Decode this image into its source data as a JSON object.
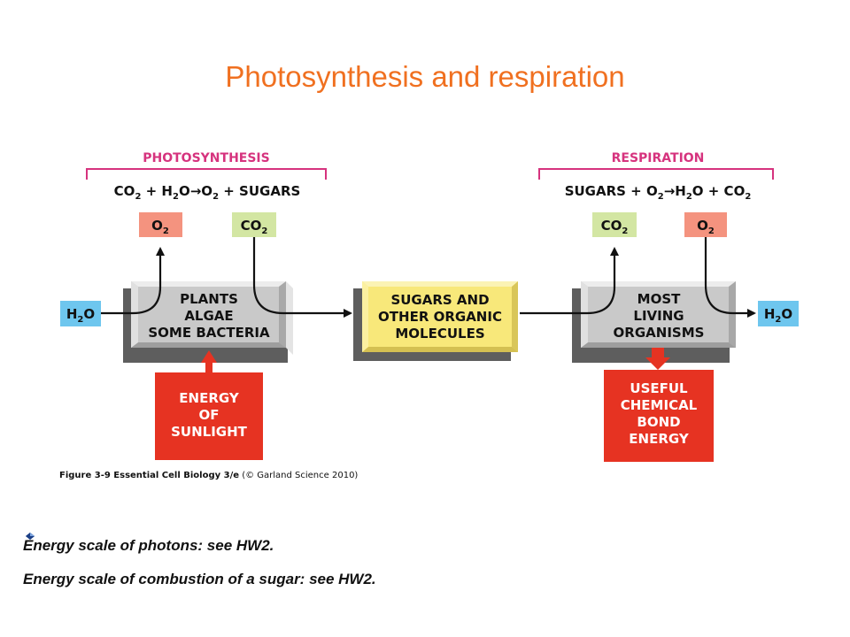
{
  "slide_title": "Photosynthesis and respiration",
  "photosynthesis": {
    "header": "PHOTOSYNTHESIS",
    "equation": {
      "a": "CO",
      "a_sub": "2",
      "b": " + H",
      "b_sub": "2",
      "c": "O",
      "d": "O",
      "d_sub": "2",
      "e": " + SUGARS"
    },
    "box_lines": [
      "PLANTS",
      "ALGAE",
      "SOME BACTERIA"
    ],
    "energy_lines": [
      "ENERGY",
      "OF",
      "SUNLIGHT"
    ]
  },
  "respiration": {
    "header": "RESPIRATION",
    "equation": {
      "a": "SUGARS + O",
      "a_sub": "2",
      "b": "H",
      "b_sub": "2",
      "c": "O + CO",
      "c_sub": "2"
    },
    "box_lines": [
      "MOST",
      "LIVING",
      "ORGANISMS"
    ],
    "energy_lines": [
      "USEFUL",
      "CHEMICAL",
      "BOND",
      "ENERGY"
    ]
  },
  "middle_box_lines": [
    "SUGARS AND",
    "OTHER ORGANIC",
    "MOLECULES"
  ],
  "molecules": {
    "o2": {
      "main": "O",
      "sub": "2"
    },
    "co2": {
      "main": "CO",
      "sub": "2"
    },
    "h2o": {
      "main": "H",
      "sub": "2",
      "tail": "O"
    }
  },
  "caption": {
    "bold": "Figure 3-9  Essential Cell Biology 3/e",
    "rest": " (© Garland Science 2010)"
  },
  "bullets": [
    "Energy scale of photons: see HW2.",
    "Energy scale of combustion of a sugar: see HW2."
  ],
  "colors": {
    "title": "#f07020",
    "bracket": "#d6337e",
    "o2_box": "#f4937f",
    "co2_box": "#d3e6a3",
    "h2o_box": "#6ec6ee",
    "organism_box": "#c9c9c9",
    "sugar_box": "#f8e87a",
    "energy_box": "#e63322"
  }
}
